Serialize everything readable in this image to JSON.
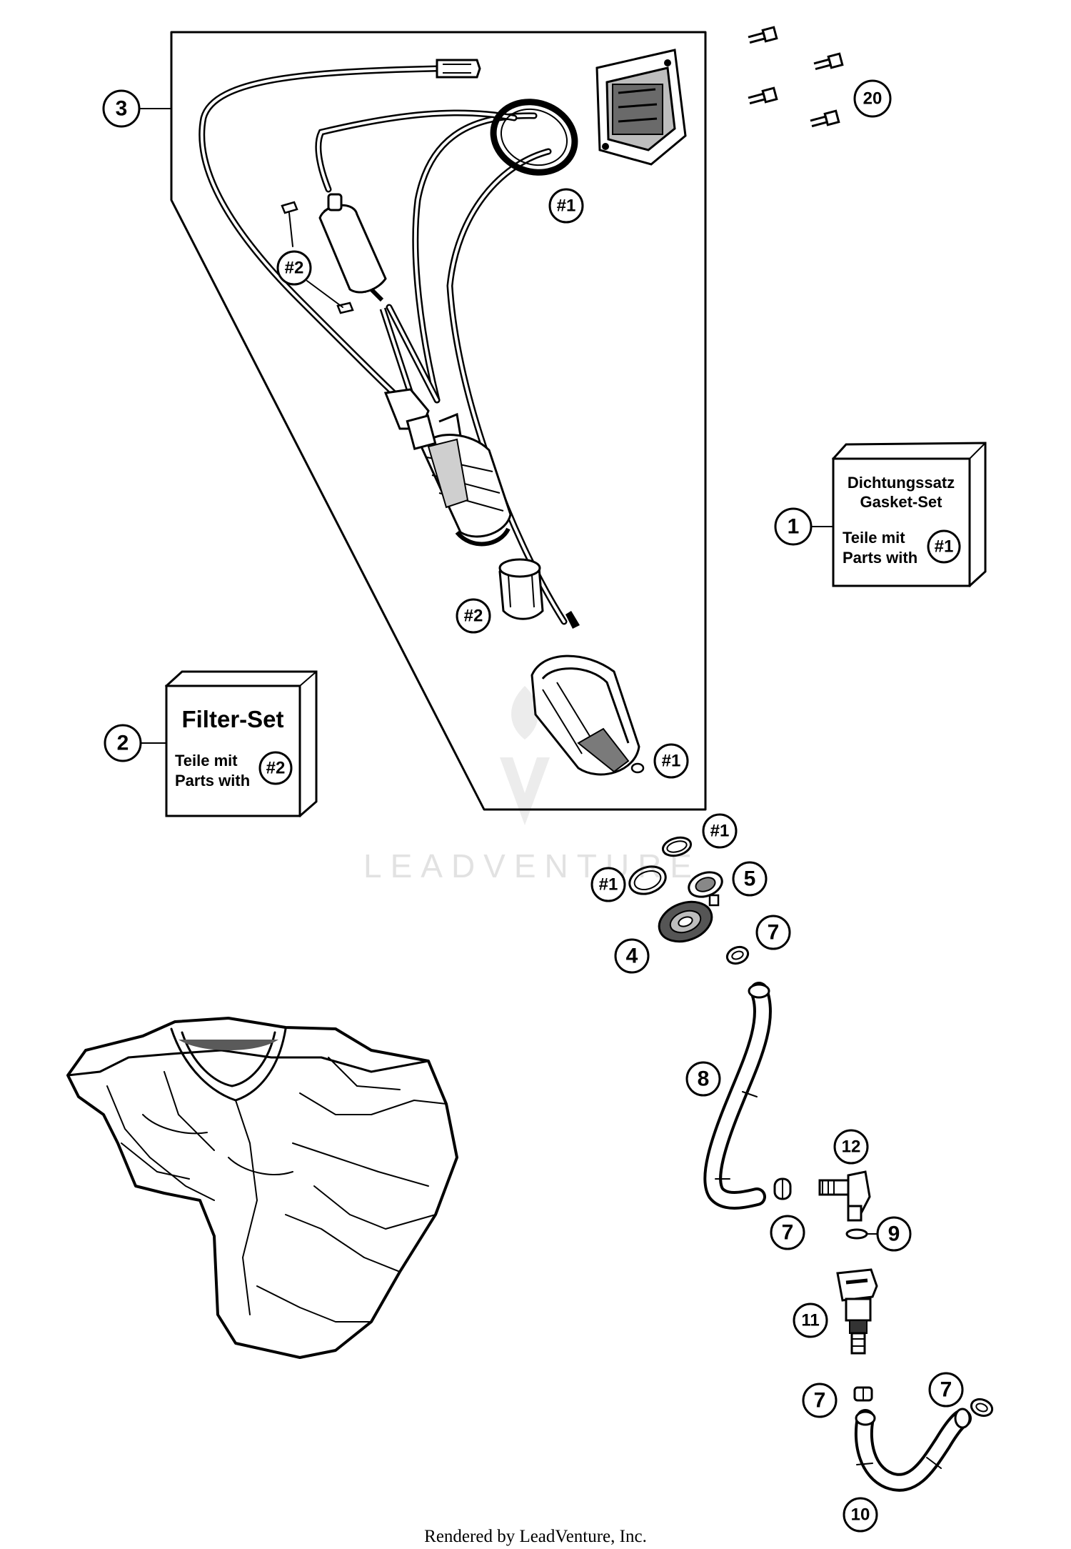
{
  "callouts": {
    "c1": "1",
    "c2": "2",
    "c3": "3",
    "c4": "4",
    "c5": "5",
    "c7a": "7",
    "c7b": "7",
    "c7c": "7",
    "c7d": "7",
    "c8": "8",
    "c9": "9",
    "c10": "10",
    "c11": "11",
    "c12": "12",
    "c20": "20"
  },
  "kit_markers": {
    "k1_top": "#1",
    "k2_filter": "#2",
    "k2_sleeve": "#2",
    "k1_pump": "#1",
    "k1_oring_a": "#1",
    "k1_oring_b": "#1",
    "k1_gasket_box": "#1",
    "k2_filter_box": "#2"
  },
  "gasket_set": {
    "title_de": "Dichtungssatz",
    "title_en": "Gasket-Set",
    "line_de": "Teile mit",
    "line_en": "Parts with"
  },
  "filter_set": {
    "title": "Filter-Set",
    "line_de": "Teile mit",
    "line_en": "Parts with"
  },
  "watermark": "LEADVENTURE",
  "footer": "Rendered by LeadVenture, Inc."
}
